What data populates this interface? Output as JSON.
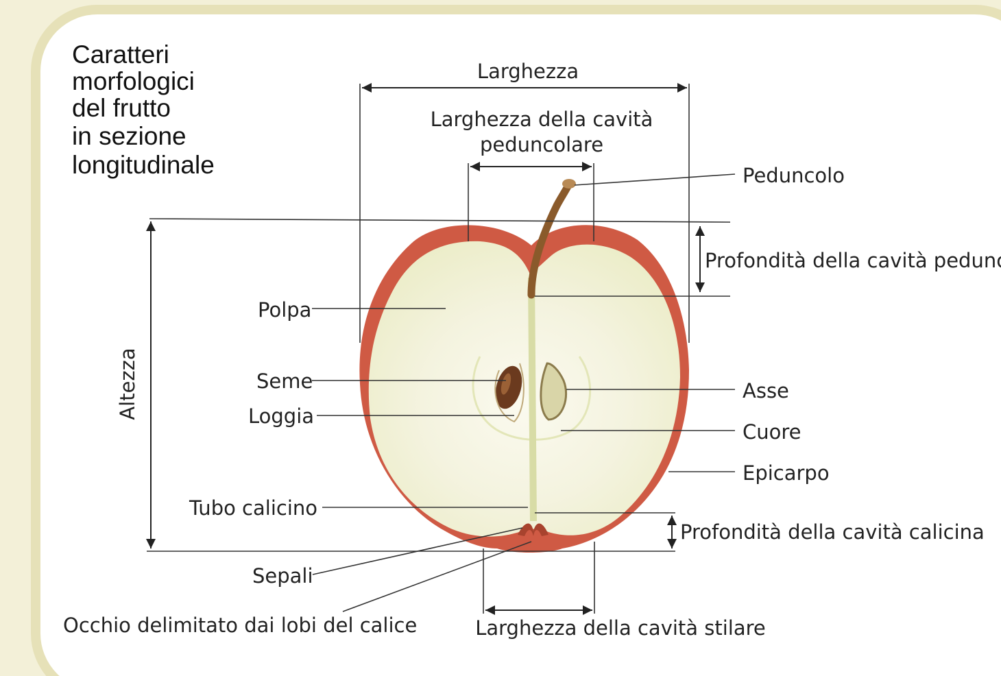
{
  "title_lines": [
    "Caratteri",
    "morfologici",
    "del frutto",
    "in sezione",
    "longitudinale"
  ],
  "labels": {
    "larghezza": "Larghezza",
    "larghezza_cavita_1": "Larghezza della cavità",
    "larghezza_cavita_2": "peduncolare",
    "peduncolo": "Peduncolo",
    "profondita_peduncolare": "Profondità della cavità peduncolare",
    "polpa": "Polpa",
    "altezza": "Altezza",
    "seme": "Seme",
    "loggia": "Loggia",
    "asse": "Asse",
    "cuore": "Cuore",
    "epicarpo": "Epicarpo",
    "tubo_calicino": "Tubo calicino",
    "profondita_calicina": "Profondità della cavità calicina",
    "sepali": "Sepali",
    "occhio": "Occhio delimitato dai lobi del calice",
    "larghezza_stilare": "Larghezza della cavità stilare"
  },
  "colors": {
    "background": "#f3f0d8",
    "panel": "#ffffff",
    "panel_border": "#e6e1b8",
    "apple_skin": "#cf5a44",
    "apple_flesh": "#f6f4e4",
    "stem": "#8a5a2b",
    "seed": "#6b3a1e"
  }
}
